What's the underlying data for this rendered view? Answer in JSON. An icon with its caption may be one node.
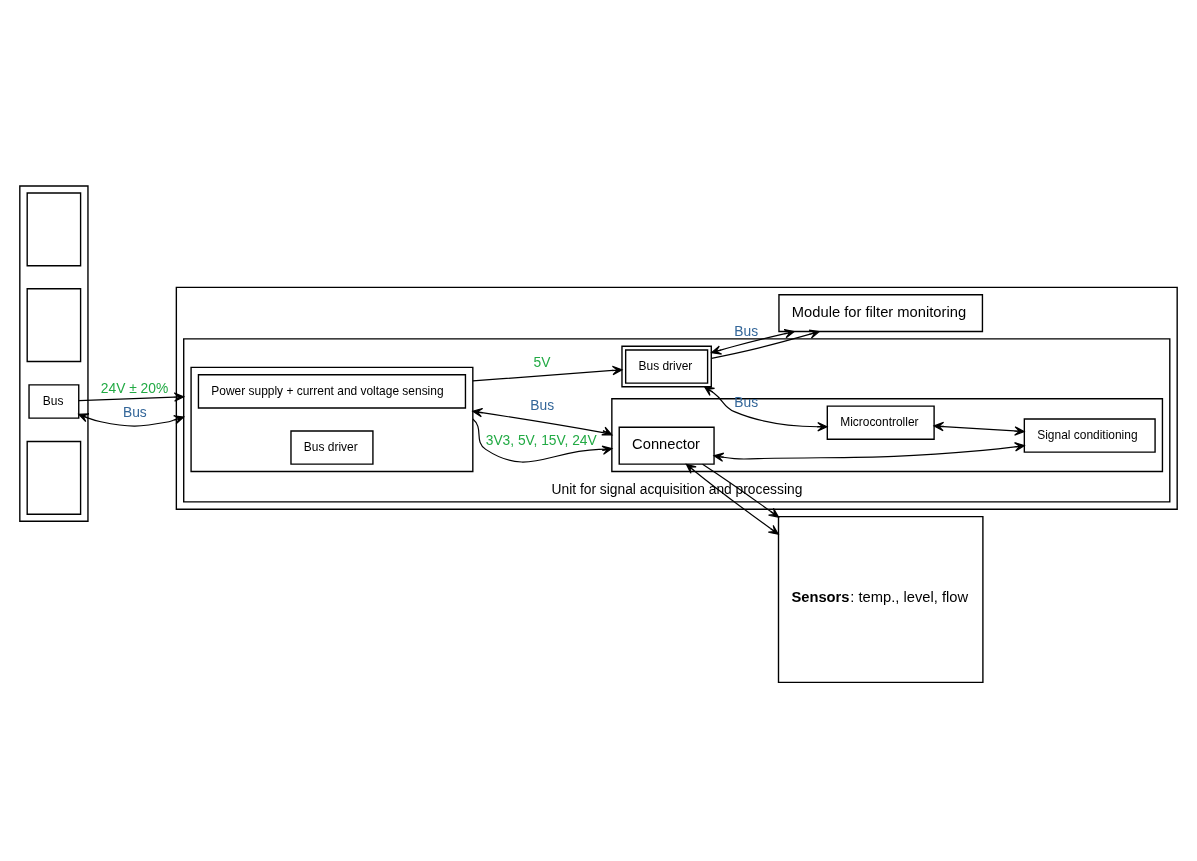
{
  "diagram": {
    "nodes": [
      {
        "text": [],
        "shape": "box"
      },
      {
        "text": [],
        "shape": "box",
        "in": 0
      },
      {
        "text": [],
        "shape": "box",
        "in": 0
      },
      {
        "text": [
          "Bus"
        ],
        "in": 0
      },
      {
        "text": [],
        "shape": "box",
        "in": 0
      },
      {
        "text": [],
        "shape": "box"
      },
      {
        "text": [
          "Module for filter monitoring"
        ],
        "in": 5
      },
      {
        "text": [
          "Unit for signal acquisition and processing"
        ],
        "in": 5
      },
      {
        "text": [],
        "shape": "box",
        "in": 7
      },
      {
        "text": [
          "Power supply + current and voltage sensing"
        ],
        "in": 8
      },
      {
        "text": [
          "Bus driver"
        ],
        "in": 8
      },
      {
        "text": [
          "Bus driver"
        ],
        "in": 7
      },
      {
        "text": [],
        "shape": "box",
        "in": 7
      },
      {
        "text": [
          "Connector"
        ],
        "in": 12
      },
      {
        "text": [
          "Microcontroller"
        ],
        "in": 12
      },
      {
        "text": [
          "Signal conditioning"
        ],
        "in": 12
      },
      {
        "text": [
          "**Sensors**: temp., level, flow"
        ]
      }
    ],
    "edges": [
      {
        "from": 3,
        "to": 7,
        "arrow": "to",
        "label": "24V ± 20%"
      },
      {
        "from": 3,
        "to": 7,
        "arrow": "both",
        "label": "Bus"
      },
      {
        "from": 11,
        "to": 6,
        "arrow": "to"
      },
      {
        "from": 11,
        "to": 6,
        "arrow": "both",
        "label": "Bus"
      },
      {
        "from": 8,
        "to": 11,
        "arrow": "to",
        "label": "5V"
      },
      {
        "from": 11,
        "to": 14,
        "arrow": "both",
        "label": "Bus"
      },
      {
        "from": 8,
        "to": 12,
        "arrow": "to",
        "label": "3V3, 5V, 15V, 24V"
      },
      {
        "from": 8,
        "to": 12,
        "arrow": "both",
        "label": "Bus"
      },
      {
        "from": 14,
        "to": 15,
        "arrow": "both"
      },
      {
        "from": 13,
        "to": 15,
        "arrow": "both"
      },
      {
        "from": 13,
        "to": 16,
        "arrow": "both"
      },
      {
        "from": 13,
        "to": 16,
        "arrow": "to"
      }
    ]
  }
}
